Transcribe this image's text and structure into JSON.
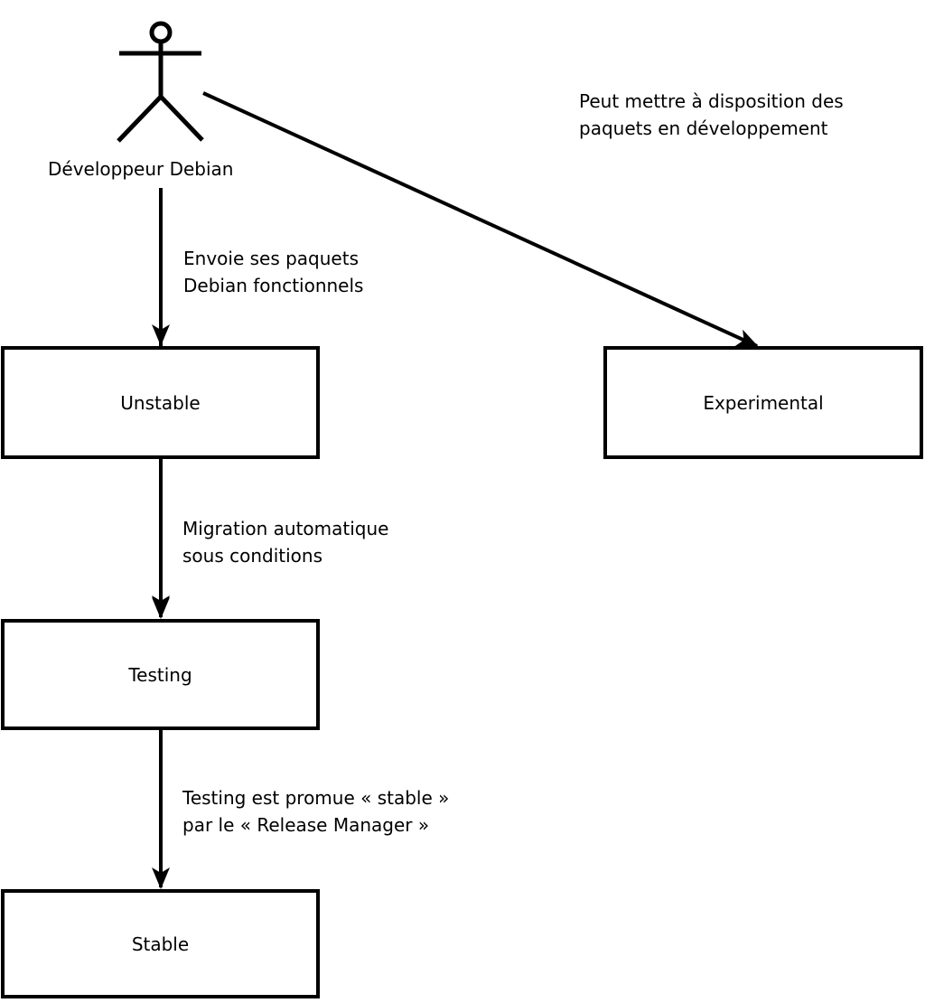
{
  "colors": {
    "line": "#000000",
    "background": "#ffffff",
    "text": "#000000"
  },
  "actor": {
    "label": "Développeur Debian"
  },
  "nodes": {
    "unstable": {
      "label": "Unstable"
    },
    "experimental": {
      "label": "Experimental"
    },
    "testing": {
      "label": "Testing"
    },
    "stable": {
      "label": "Stable"
    }
  },
  "edges": {
    "dev_to_experimental": {
      "line1": "Peut mettre à disposition des",
      "line2": "paquets en développement"
    },
    "dev_to_unstable": {
      "line1": "Envoie ses paquets",
      "line2": "Debian fonctionnels"
    },
    "unstable_to_testing": {
      "line1": "Migration automatique",
      "line2": "sous conditions"
    },
    "testing_to_stable": {
      "line1": "Testing est promue « stable »",
      "line2": "par le « Release Manager »"
    }
  }
}
